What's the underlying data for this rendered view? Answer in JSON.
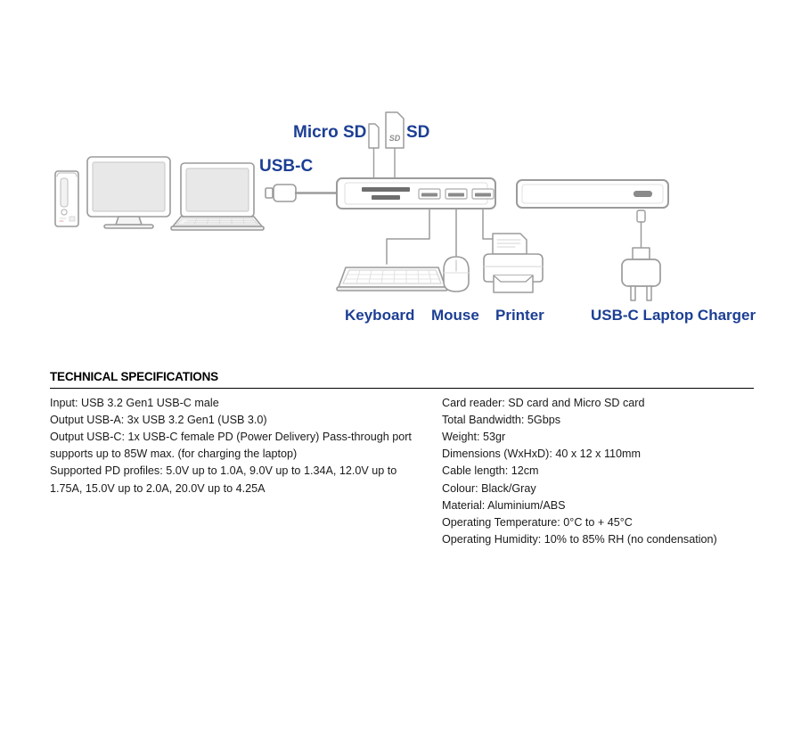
{
  "diagram": {
    "labels": {
      "usb_c": "USB-C",
      "micro_sd": "Micro SD",
      "sd": "SD",
      "keyboard": "Keyboard",
      "mouse": "Mouse",
      "printer": "Printer",
      "charger": "USB-C Laptop Charger"
    },
    "sd_card_logo": "SD",
    "colors": {
      "label_blue": "#1c3f94",
      "device_outline": "#9b9b9b",
      "device_fill": "#ffffff",
      "screen_fill": "#e8e8e8",
      "port_dark": "#6e6e6e",
      "leader_line": "#9b9b9b",
      "background": "#ffffff"
    },
    "device_names": [
      "desktop-tower",
      "monitor",
      "laptop",
      "usb-c-male-connector",
      "hub-front",
      "hub-back",
      "micro-sd-card",
      "sd-card",
      "keyboard",
      "mouse",
      "printer",
      "usb-c-laptop-charger"
    ],
    "hub": {
      "usb_a_port_count": 3,
      "card_slot_count": 2
    }
  },
  "specs": {
    "title": "TECHNICAL SPECIFICATIONS",
    "left_column": [
      "Input: USB 3.2 Gen1 USB-C male",
      "Output USB-A: 3x USB 3.2 Gen1 (USB 3.0)",
      "Output USB-C: 1x USB-C female PD (Power Delivery) Pass-through port supports up to 85W max. (for charging the laptop)",
      "Supported PD profiles: 5.0V up to 1.0A, 9.0V up to 1.34A, 12.0V up to 1.75A, 15.0V up to 2.0A, 20.0V up to 4.25A"
    ],
    "right_column": [
      "Card reader: SD card and Micro SD card",
      "Total Bandwidth: 5Gbps",
      "Weight: 53gr",
      "Dimensions (WxHxD): 40 x 12 x 110mm",
      "Cable length: 12cm",
      "Colour: Black/Gray",
      "Material: Aluminium/ABS",
      "Operating Temperature: 0°C to + 45°C",
      "Operating Humidity: 10% to 85% RH (no condensation)"
    ]
  }
}
